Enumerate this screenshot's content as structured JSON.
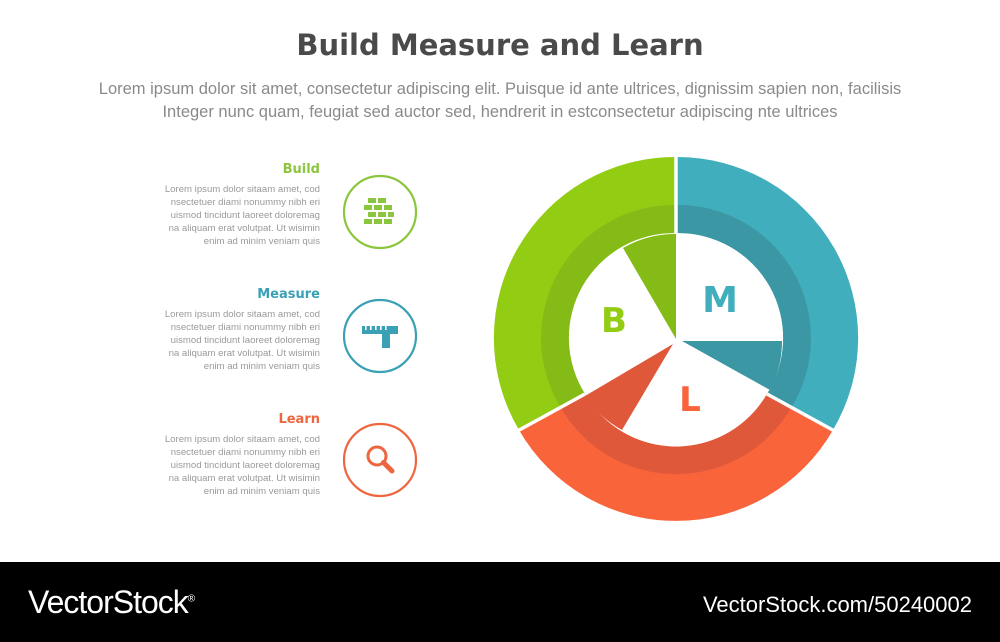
{
  "title": "Build Measure and Learn",
  "subtitle": {
    "line1": "Lorem ipsum dolor sit amet, consectetur adipiscing elit. Puisque id ante ultrices, dignissim sapien non, facilisis",
    "line2": "Integer nunc quam, feugiat sed auctor sed, hendrerit in estconsectetur adipiscing nte ultrices"
  },
  "items": [
    {
      "label": "Build",
      "text": "Lorem ipsum dolor sitaam amet, cod\nnsectetuer diami nonummy  nibh eri\nuismod tincidunt laoreet doloremag\nna aliquam erat volutpat. Ut wisimin\nenim ad minim veniam quis",
      "color": "#8cc63f",
      "icon": "brick-wall-icon"
    },
    {
      "label": "Measure",
      "text": "Lorem ipsum dolor sitaam amet, cod\nnsectetuer diami nonummy  nibh eri\nuismod tincidunt laoreet doloremag\nna aliquam erat volutpat. Ut wisimin\nenim ad minim veniam quis",
      "color": "#3aa0b4",
      "icon": "ruler-icon"
    },
    {
      "label": "Learn",
      "text": "Lorem ipsum dolor sitaam amet, cod\nnsectetuer diami nonummy  nibh eri\nuismod tincidunt laoreet doloremag\nna aliquam erat volutpat. Ut wisimin\nenim ad minim veniam quis",
      "color": "#ee6640",
      "icon": "magnifier-icon"
    }
  ],
  "diagram": {
    "letters": {
      "build": "B",
      "measure": "M",
      "learn": "L"
    },
    "colors": {
      "build_outer": "#93cd13",
      "build_inner": "#84bb17",
      "measure_outer": "#40aebc",
      "measure_inner": "#3b97a3",
      "learn_outer": "#f9643b",
      "learn_inner": "#e0583a"
    }
  },
  "footer": {
    "brand": "VectorStock",
    "reg": "®",
    "url": "VectorStock.com/50240002"
  }
}
